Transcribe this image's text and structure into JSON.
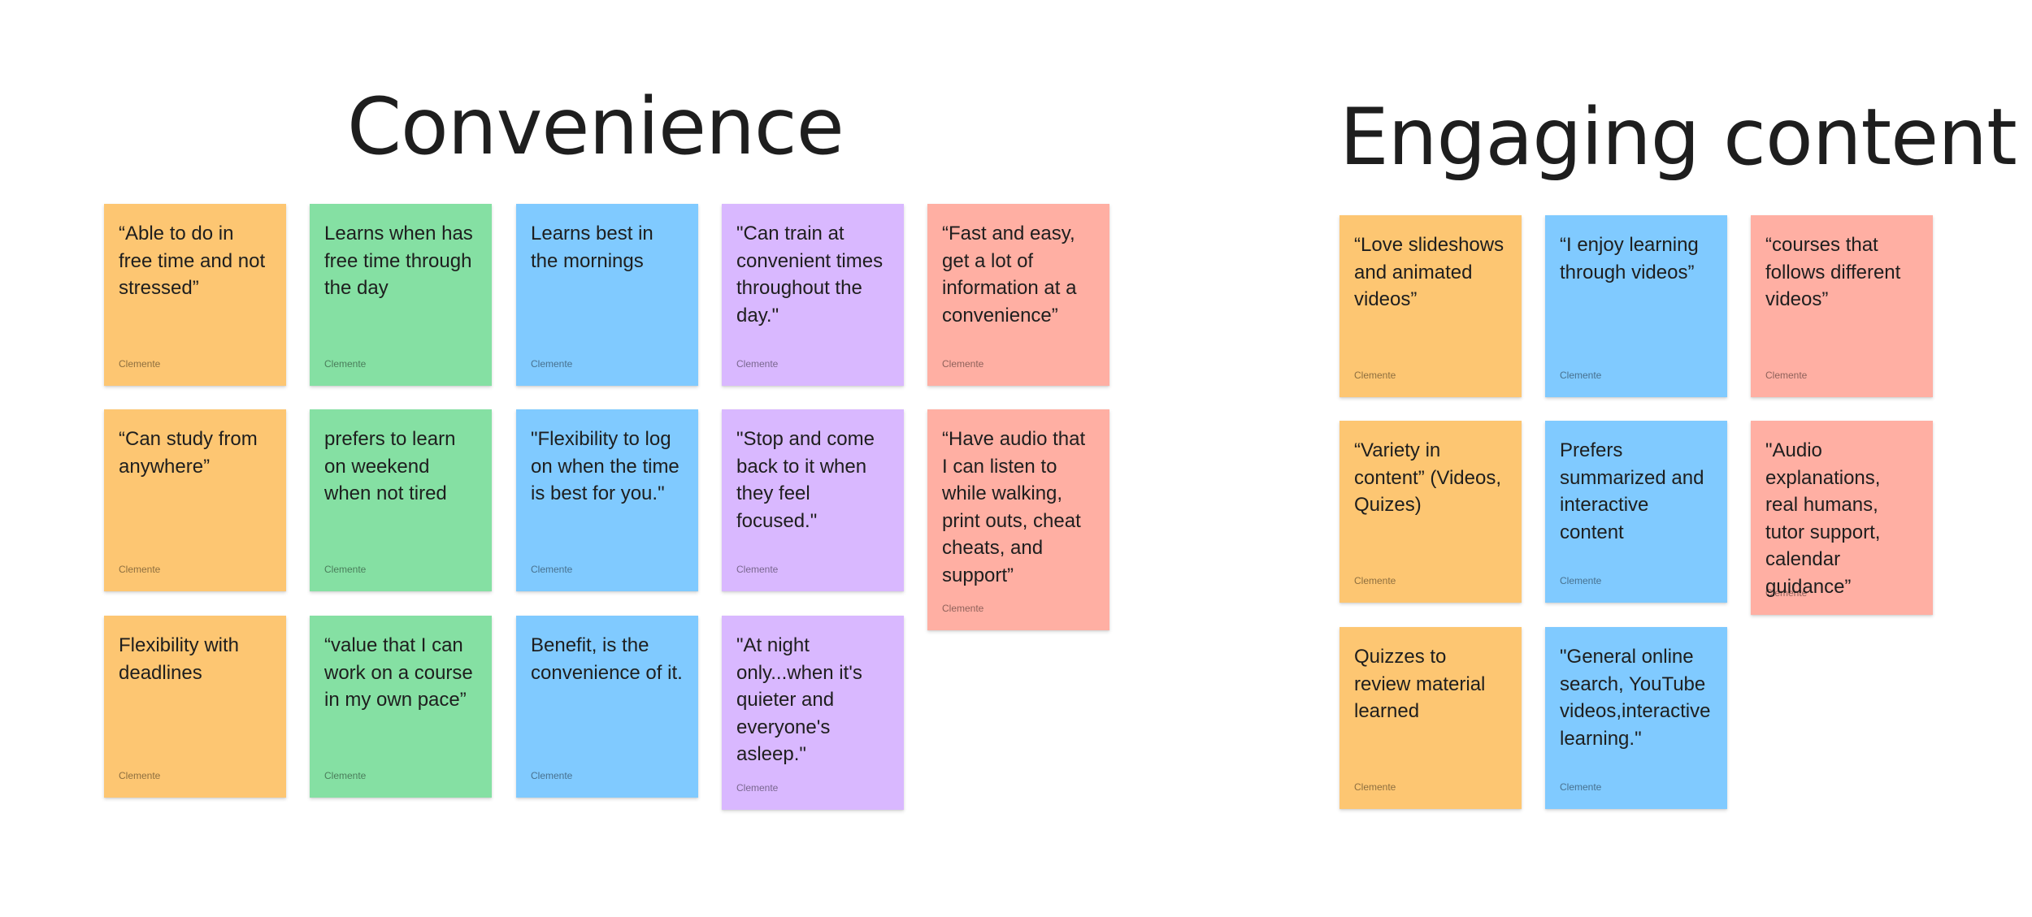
{
  "clusters": {
    "convenience": {
      "title": "Convenience",
      "notes": [
        {
          "text": "“Able to do in free time and not stressed”",
          "author": "Clemente",
          "color": "#fdc672"
        },
        {
          "text": "Learns when has free time through the day",
          "author": "Clemente",
          "color": "#85e0a3"
        },
        {
          "text": "Learns best in the mornings",
          "author": "Clemente",
          "color": "#80caff"
        },
        {
          "text": "\"Can train at convenient times throughout the day.\"",
          "author": "Clemente",
          "color": "#d9b8ff"
        },
        {
          "text": "“Fast and easy, get a lot of information at a convenience”",
          "author": "Clemente",
          "color": "#ffafa3"
        },
        {
          "text": "“Can study from anywhere”",
          "author": "Clemente",
          "color": "#fdc672"
        },
        {
          "text": "prefers to learn on weekend when not tired",
          "author": "Clemente",
          "color": "#85e0a3"
        },
        {
          "text": "\"Flexibility to log on when the time is best for you.\"",
          "author": "Clemente",
          "color": "#80caff"
        },
        {
          "text": "\"Stop and come back to it when they feel focused.\"",
          "author": "Clemente",
          "color": "#d9b8ff"
        },
        {
          "text": "“Have audio that I can listen to while walking, print outs, cheat cheats, and support”",
          "author": "Clemente",
          "color": "#ffafa3"
        },
        {
          "text": "Flexibility with deadlines",
          "author": "Clemente",
          "color": "#fdc672"
        },
        {
          "text": "“value that I can work on a course in my own pace”",
          "author": "Clemente",
          "color": "#85e0a3"
        },
        {
          "text": "Benefit, is the convenience of it.",
          "author": "Clemente",
          "color": "#80caff"
        },
        {
          "text": "\"At night only...when it's quieter and everyone's asleep.\"",
          "author": "Clemente",
          "color": "#d9b8ff"
        }
      ]
    },
    "engaging": {
      "title": "Engaging content",
      "notes": [
        {
          "text": "“Love slideshows and animated videos”",
          "author": "Clemente",
          "color": "#fdc672"
        },
        {
          "text": "“I enjoy learning through videos”",
          "author": "Clemente",
          "color": "#80caff"
        },
        {
          "text": "“courses that follows different videos”",
          "author": "Clemente",
          "color": "#ffafa3"
        },
        {
          "text": "“Variety in content” (Videos, Quizes)",
          "author": "Clemente",
          "color": "#fdc672"
        },
        {
          "text": "Prefers summarized and interactive content",
          "author": "Clemente",
          "color": "#80caff"
        },
        {
          "text": "\"Audio explanations, real humans, tutor support, calendar guidance”",
          "author": "Clemente",
          "color": "#ffafa3"
        },
        {
          "text": "Quizzes to review material learned",
          "author": "Clemente",
          "color": "#fdc672"
        },
        {
          "text": "\"General online search, YouTube videos,interactive learning.\"",
          "author": "Clemente",
          "color": "#80caff"
        }
      ]
    }
  }
}
